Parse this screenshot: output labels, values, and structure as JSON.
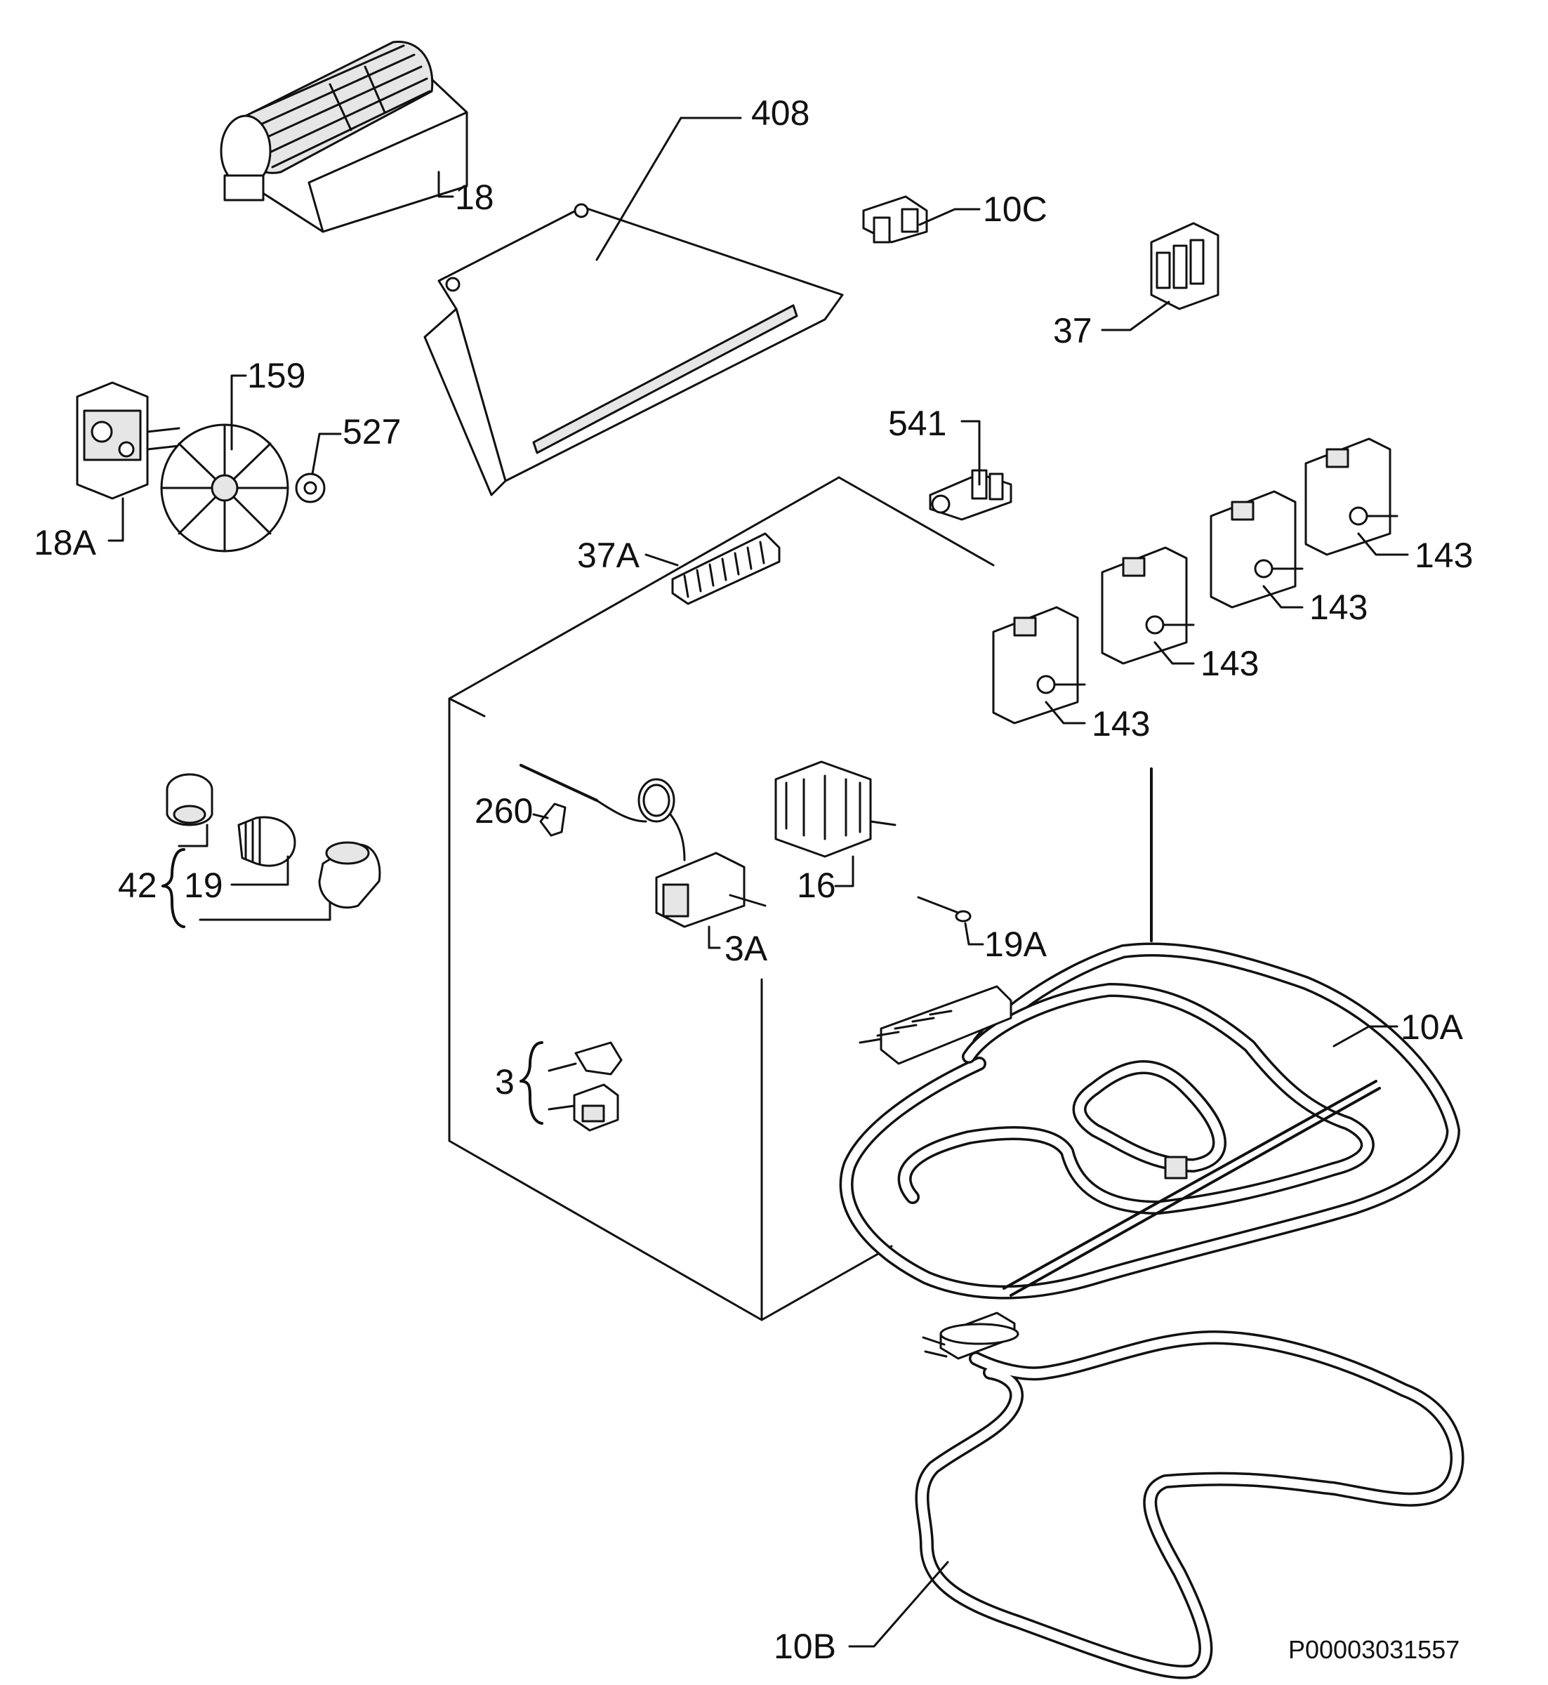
{
  "labels": {
    "408": "408",
    "18": "18",
    "10c": "10C",
    "37": "37",
    "159": "159",
    "527": "527",
    "18a": "18A",
    "541": "541",
    "37a": "37A",
    "143_a": "143",
    "143_b": "143",
    "143_c": "143",
    "143_d": "143",
    "260": "260",
    "16": "16",
    "42": "42",
    "19": "19",
    "19a": "19A",
    "3a": "3A",
    "10a": "10A",
    "3": "3",
    "10b": "10B"
  },
  "reference_code": "P00003031557"
}
